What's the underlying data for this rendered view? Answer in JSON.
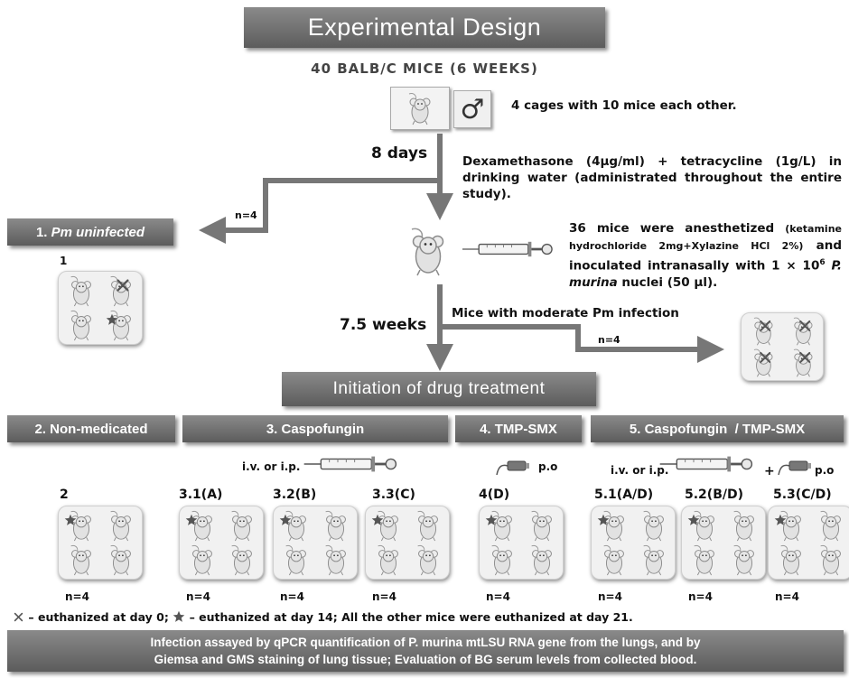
{
  "title": "Experimental Design",
  "subtitle": "40 BALB/C MICE (6 WEEKS)",
  "cages_note": "4 cages with 10 mice each other.",
  "male_symbol": "♂",
  "days_label": "8 days",
  "dexa_note": "Dexamethasone (4µg/ml) + tetracycline (1g/L) in drinking water (administrated throughout the entire study).",
  "uninfected": {
    "n": "n=4",
    "label_num": "1.",
    "label_text": "Pm uninfected",
    "panel_num": "1"
  },
  "anesthesia_note": {
    "a": "36 mice were anesthetized ",
    "b": "(ketamine hydrochloride 2mg+Xylazine HCl 2%)",
    "c": " and inoculated intranasally with 1 × 10",
    "sup": "6",
    "d": "P. murina",
    "e": " nuclei (50 µl)."
  },
  "weeks_label": "7.5 weeks",
  "moderate": {
    "text": "Mice with moderate Pm infection",
    "n": "n=4"
  },
  "treatment_banner": "Initiation of drug treatment",
  "groups": {
    "g2": "2. Non-medicated",
    "g3": "3. Caspofungin",
    "g4": "4. TMP-SMX",
    "g5": "5. Caspofungin  / TMP-SMX"
  },
  "routes": {
    "iv_ip": "i.v. or i.p.",
    "po": "p.o",
    "plus": "+"
  },
  "panels": [
    {
      "id": "2",
      "n": "n=4"
    },
    {
      "id": "3.1(A)",
      "n": "n=4"
    },
    {
      "id": "3.2(B)",
      "n": "n=4"
    },
    {
      "id": "3.3(C)",
      "n": "n=4"
    },
    {
      "id": "4(D)",
      "n": "n=4"
    },
    {
      "id": "5.1(A/D)",
      "n": "n=4"
    },
    {
      "id": "5.2(B/D)",
      "n": "n=4"
    },
    {
      "id": "5.3(C/D)",
      "n": "n=4"
    }
  ],
  "legend": {
    "x_text": "– euthanized at day 0;",
    "star_text": "– euthanized at day 14; All the other mice were euthanized at day 21."
  },
  "footer": {
    "line1": "Infection assayed by qPCR quantification of P. murina mtLSU RNA gene from the lungs, and by",
    "line2": "Giemsa and GMS staining of lung tissue; Evaluation of BG serum levels from collected blood."
  },
  "icons": [
    "mouse-icon",
    "male-symbol-icon",
    "syringe-icon",
    "feeding-needle-icon",
    "x-mark-icon",
    "star-icon"
  ]
}
